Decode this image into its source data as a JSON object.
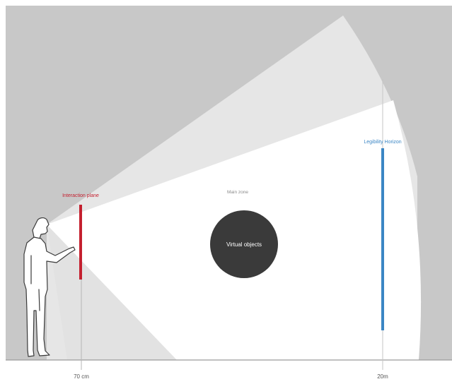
{
  "labels": {
    "interaction_plane": "Interaction plane",
    "legibility_horizon": "Legibility Horizon",
    "main_zone": "Main zone",
    "virtual_objects": "Virtual objects",
    "distance_near": "70 cm",
    "distance_far": "20m"
  },
  "colors": {
    "background": "#c8c8c8",
    "peripheral_zone": "#e6e6e6",
    "main_zone": "#ffffff",
    "interaction_plane": "#c4202f",
    "legibility_horizon": "#3b86c4",
    "virtual_objects": "#3a3a3a",
    "guide_lines": "#b5b5b5"
  }
}
